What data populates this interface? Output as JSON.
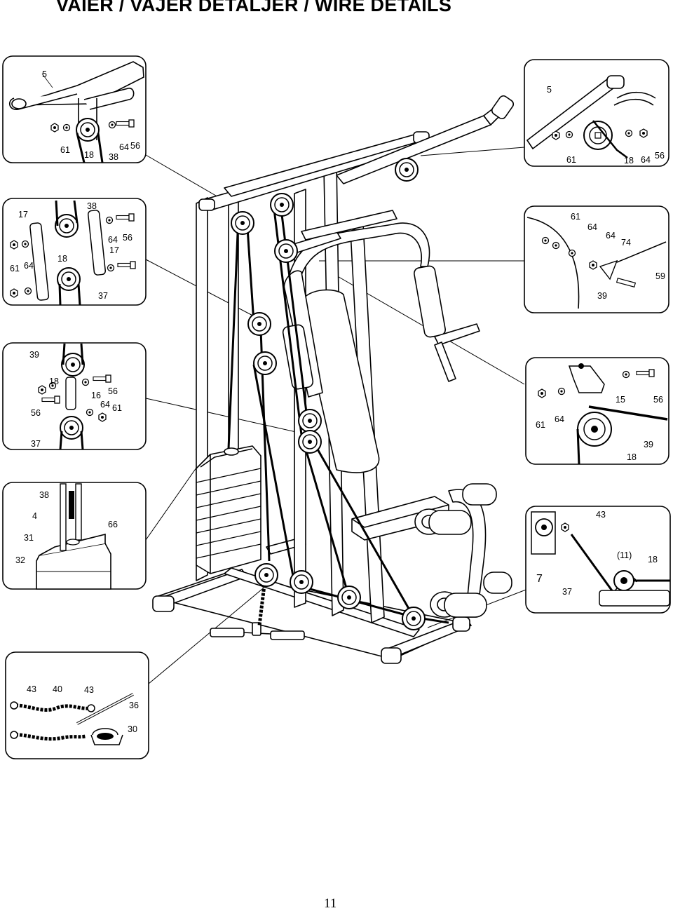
{
  "title": "VAIER / VAJER DETALJER / WIRE DETAILS",
  "page_number": "11",
  "callouts": {
    "top_left": [
      "5",
      "61",
      "18",
      "38",
      "64",
      "56"
    ],
    "top_right": [
      "5",
      "61",
      "18",
      "64",
      "56"
    ],
    "mid_left_1": [
      "17",
      "38",
      "64",
      "56",
      "61",
      "64",
      "18",
      "17",
      "37"
    ],
    "mid_right_1": [
      "61",
      "64",
      "64",
      "74",
      "59",
      "39"
    ],
    "mid_left_2": [
      "39",
      "18",
      "56",
      "16",
      "64",
      "61",
      "56",
      "37"
    ],
    "mid_right_2": [
      "15",
      "56",
      "61",
      "64",
      "39",
      "18"
    ],
    "low_left": [
      "38",
      "4",
      "66",
      "31",
      "32"
    ],
    "low_right": [
      "43",
      "(11)",
      "18",
      "7",
      "37"
    ],
    "bottom_left": [
      "43",
      "40",
      "43",
      "36",
      "30"
    ]
  }
}
